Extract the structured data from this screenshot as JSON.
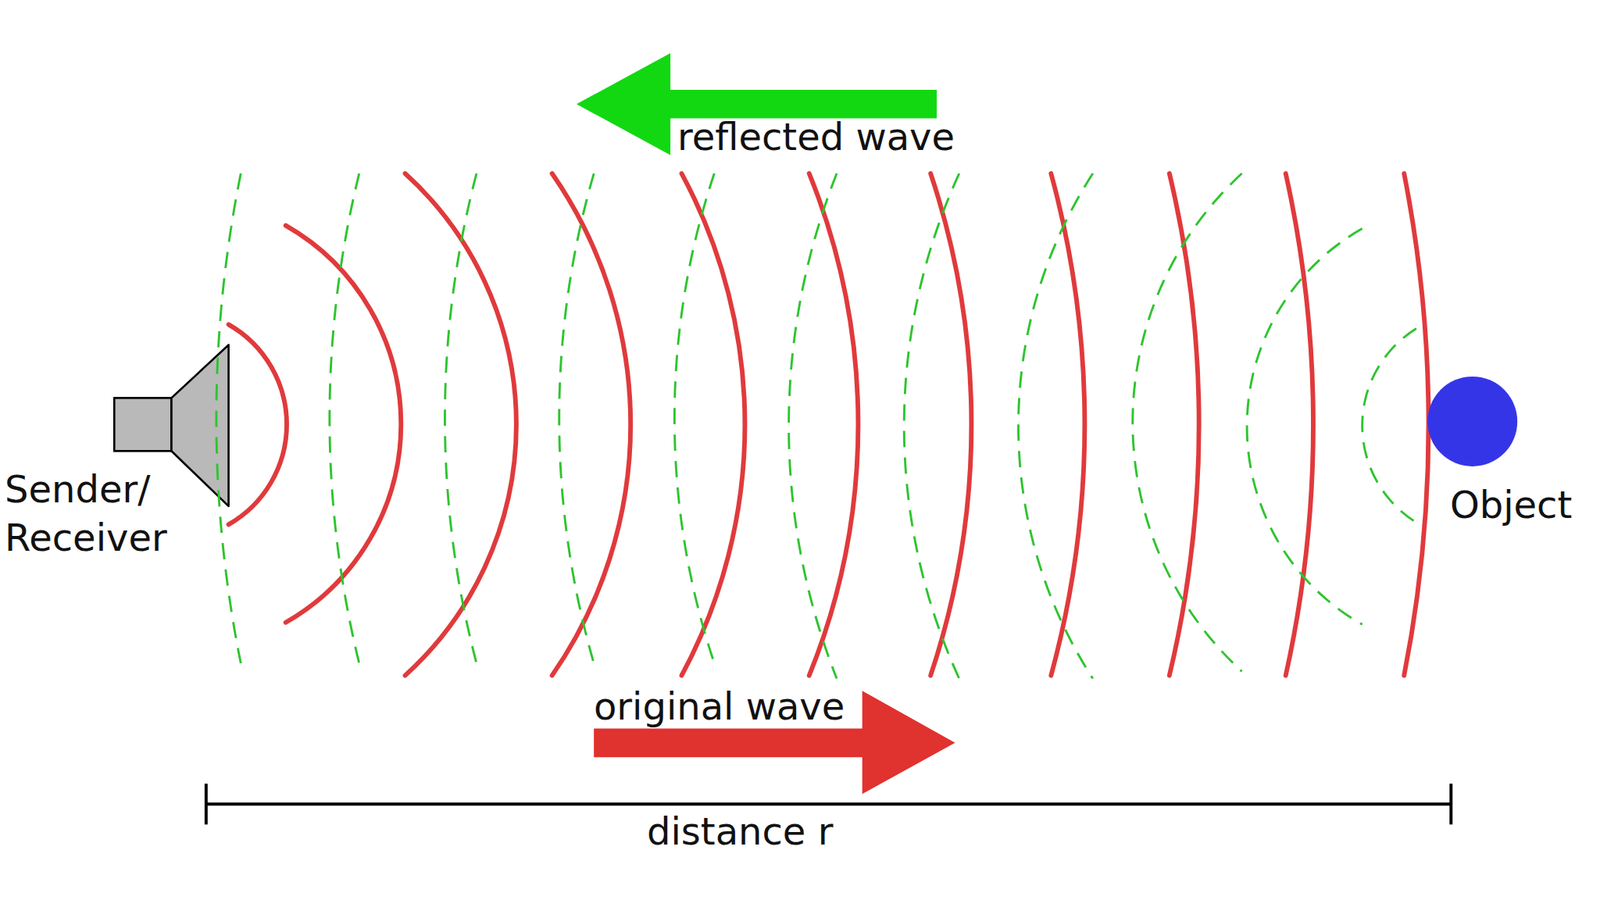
{
  "diagram": {
    "nodes": [
      {
        "text": [
          "Sender/ Receiver"
        ]
      },
      {
        "text": [
          "Object"
        ]
      }
    ],
    "labels": [
      "reflected wave",
      "original wave",
      "distance r"
    ]
  }
}
